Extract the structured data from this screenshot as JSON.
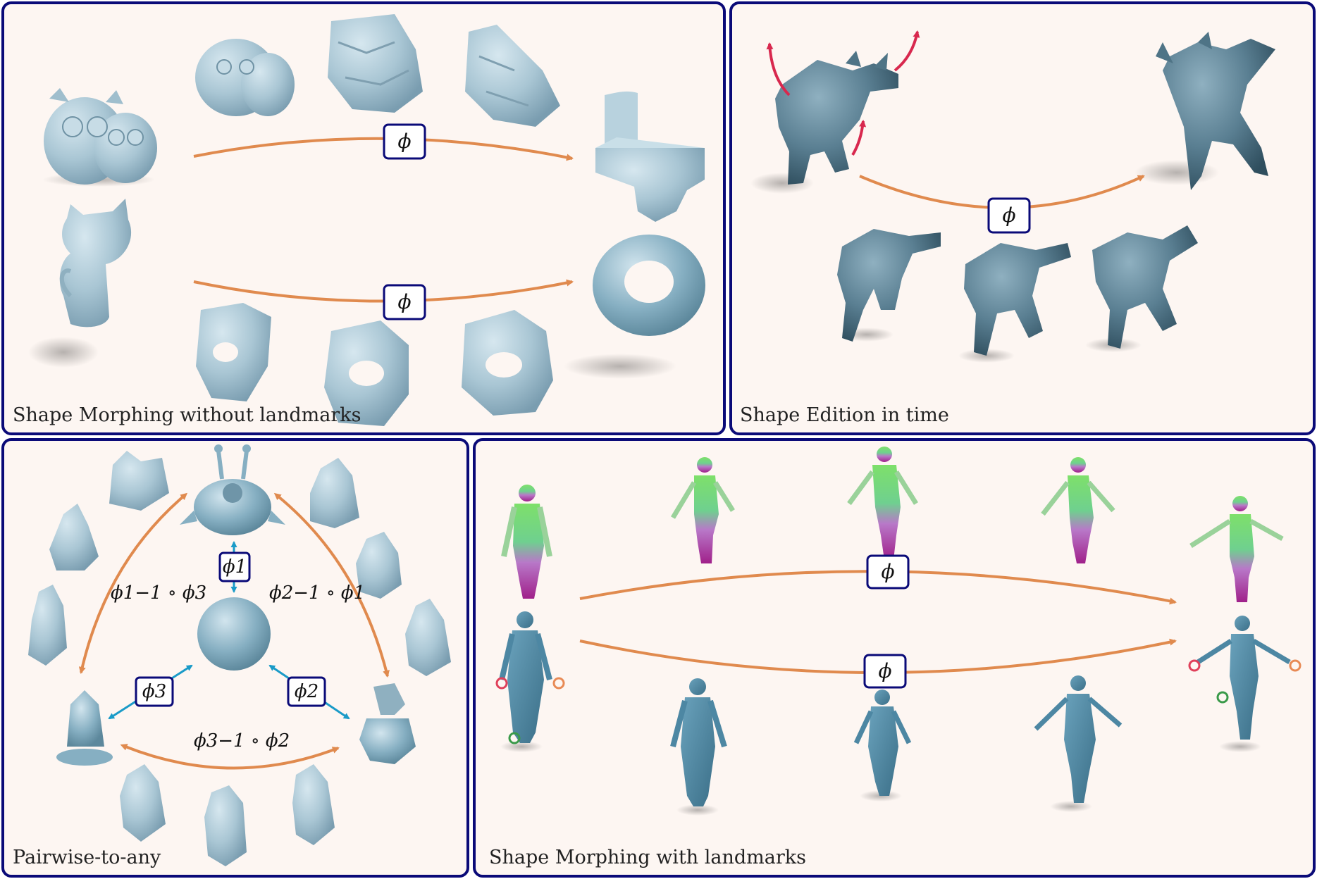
{
  "panels": {
    "morph_without": {
      "label": "Shape Morphing without landmarks"
    },
    "edition": {
      "label": "Shape Edition in time"
    },
    "pairwise": {
      "label": "Pairwise-to-any"
    },
    "morph_with": {
      "label": "Shape Morphing with landmarks"
    }
  },
  "maps": {
    "phi": "ϕ",
    "phi1": "ϕ1",
    "phi2": "ϕ2",
    "phi3": "ϕ3",
    "comp_1_3": "ϕ1−1 ∘ ϕ3",
    "comp_2_1": "ϕ2−1 ∘ ϕ1",
    "comp_3_2": "ϕ3−1 ∘ ϕ2"
  },
  "colors": {
    "panel_border": "#0a0a78",
    "panel_bg": "#fdf6f2",
    "arrow_orange": "#e08a4e",
    "arrow_red": "#d8284e",
    "arrow_cyan": "#1a9bc8",
    "shape_light": "#a9c6d4",
    "shape_dark": "#4f7486",
    "human_blue": "#4d87a3",
    "landmark_red": "#e0405a",
    "landmark_orange": "#e88a55",
    "landmark_green": "#3a9a4a"
  }
}
